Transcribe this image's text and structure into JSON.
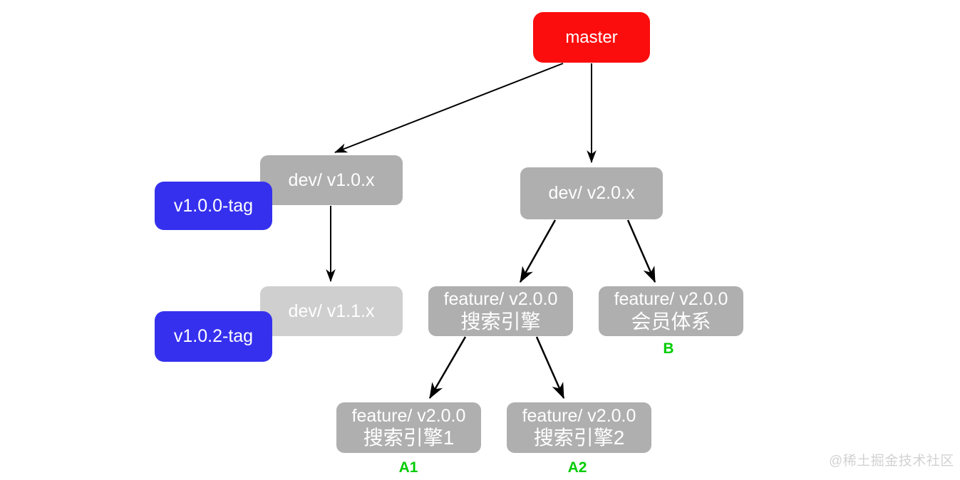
{
  "colors": {
    "master_red": "#FB0D0D",
    "dev_gray": "#AFAFAF",
    "dev_light_gray": "#CFCFCF",
    "tag_blue": "#3530EE",
    "badge_green": "#00CC00",
    "edge_black": "#000000",
    "watermark_gray": "#D2D2D2"
  },
  "nodes": {
    "master": {
      "label": "master"
    },
    "dev_v10x": {
      "label": "dev/ v1.0.x"
    },
    "dev_v20x": {
      "label": "dev/ v2.0.x"
    },
    "dev_v11x": {
      "label": "dev/ v1.1.x"
    },
    "tag_v100": {
      "label": "v1.0.0-tag"
    },
    "tag_v102": {
      "label": "v1.0.2-tag"
    },
    "feat_search": {
      "line1": "feature/ v2.0.0",
      "line2": "搜索引擎"
    },
    "feat_member": {
      "line1": "feature/ v2.0.0",
      "line2": "会员体系"
    },
    "feat_search1": {
      "line1": "feature/ v2.0.0",
      "line2": "搜索引擎1"
    },
    "feat_search2": {
      "line1": "feature/ v2.0.0",
      "line2": "搜索引擎2"
    }
  },
  "badges": {
    "b": "B",
    "a1": "A1",
    "a2": "A2"
  },
  "edges": [
    {
      "from": "master",
      "to": "dev_v10x"
    },
    {
      "from": "master",
      "to": "dev_v20x"
    },
    {
      "from": "dev_v10x",
      "to": "dev_v11x"
    },
    {
      "from": "dev_v20x",
      "to": "feat_search"
    },
    {
      "from": "dev_v20x",
      "to": "feat_member"
    },
    {
      "from": "feat_search",
      "to": "feat_search1"
    },
    {
      "from": "feat_search",
      "to": "feat_search2"
    }
  ],
  "watermark": "@稀土掘金技术社区"
}
